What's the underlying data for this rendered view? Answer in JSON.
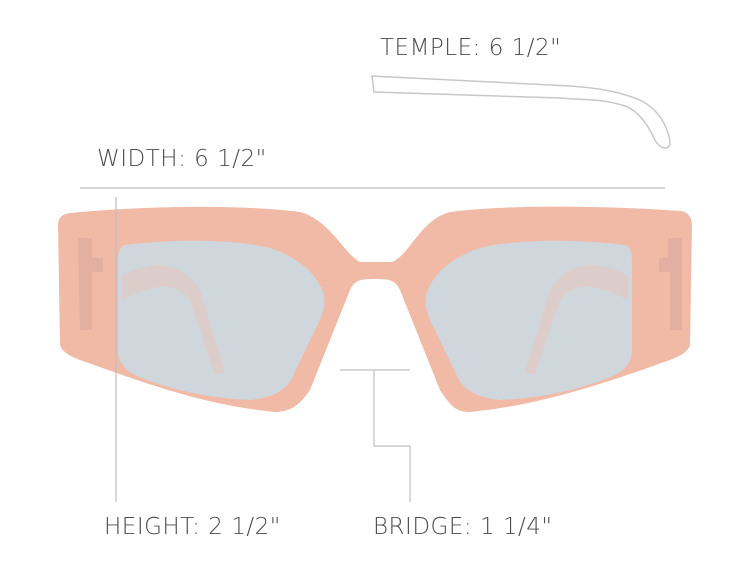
{
  "labels": {
    "temple": "TEMPLE: 6 1/2\"",
    "width": "WIDTH: 6 1/2\"",
    "height": "HEIGHT: 2 1/2\"",
    "bridge": "BRIDGE: 1 1/4\""
  },
  "colors": {
    "frame": "#f0baa7",
    "lens": "#cfd6dc",
    "guide_line": "#bfbfbf",
    "temple_outline": "#c8c8c8"
  }
}
